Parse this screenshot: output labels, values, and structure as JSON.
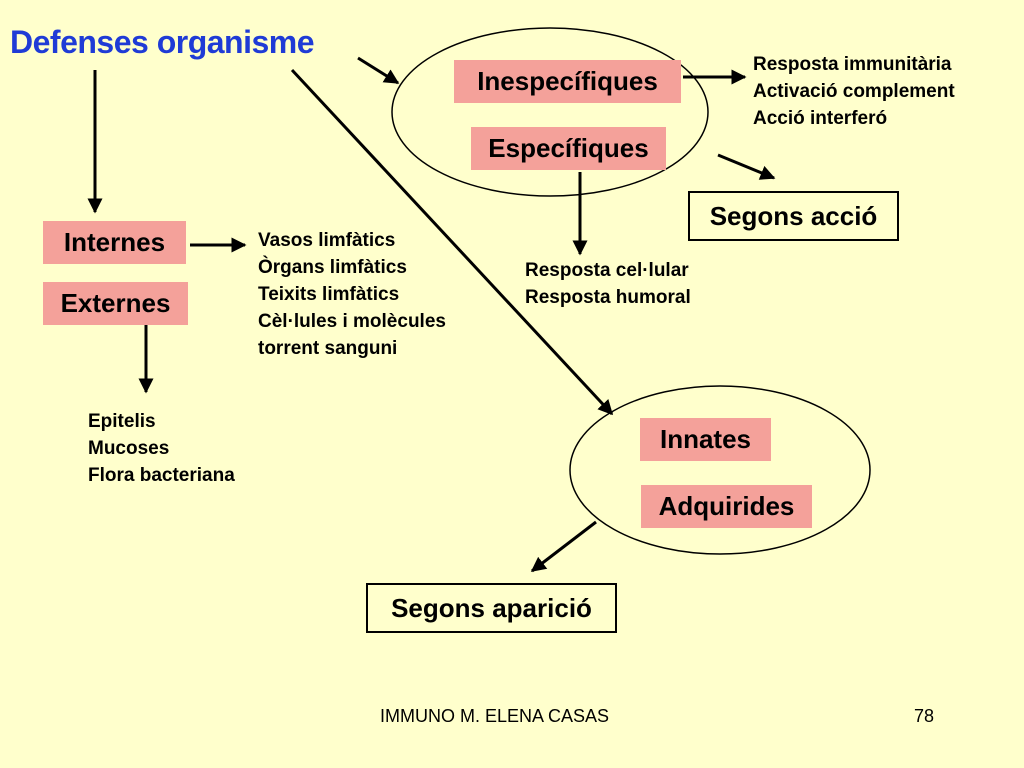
{
  "title": "Defenses organisme",
  "nodes": {
    "inespecifiques": "Inespecífiques",
    "especifiques": "Específiques",
    "segons_accio": "Segons acció",
    "internes": "Internes",
    "externes": "Externes",
    "innates": "Innates",
    "adquirides": "Adquirides",
    "segons_aparicio": "Segons aparició"
  },
  "lists": {
    "inespecifiques_items": [
      "Resposta immunitària",
      "Activació complement",
      "Acció interferó"
    ],
    "internes_items": [
      "Vasos limfàtics",
      "Òrgans limfàtics",
      "Teixits limfàtics",
      "Cèl·lules i molècules",
      "torrent sanguni"
    ],
    "especifiques_items": [
      "Resposta cel·lular",
      "Resposta humoral"
    ],
    "externes_items": [
      "Epitelis",
      "Mucoses",
      "Flora bacteriana"
    ]
  },
  "footer": {
    "author": "IMMUNO M. ELENA CASAS",
    "page_number": "78"
  },
  "colors": {
    "background": "#ffffcc",
    "title": "#1f3bd6",
    "box_fill": "#f4a19a"
  }
}
